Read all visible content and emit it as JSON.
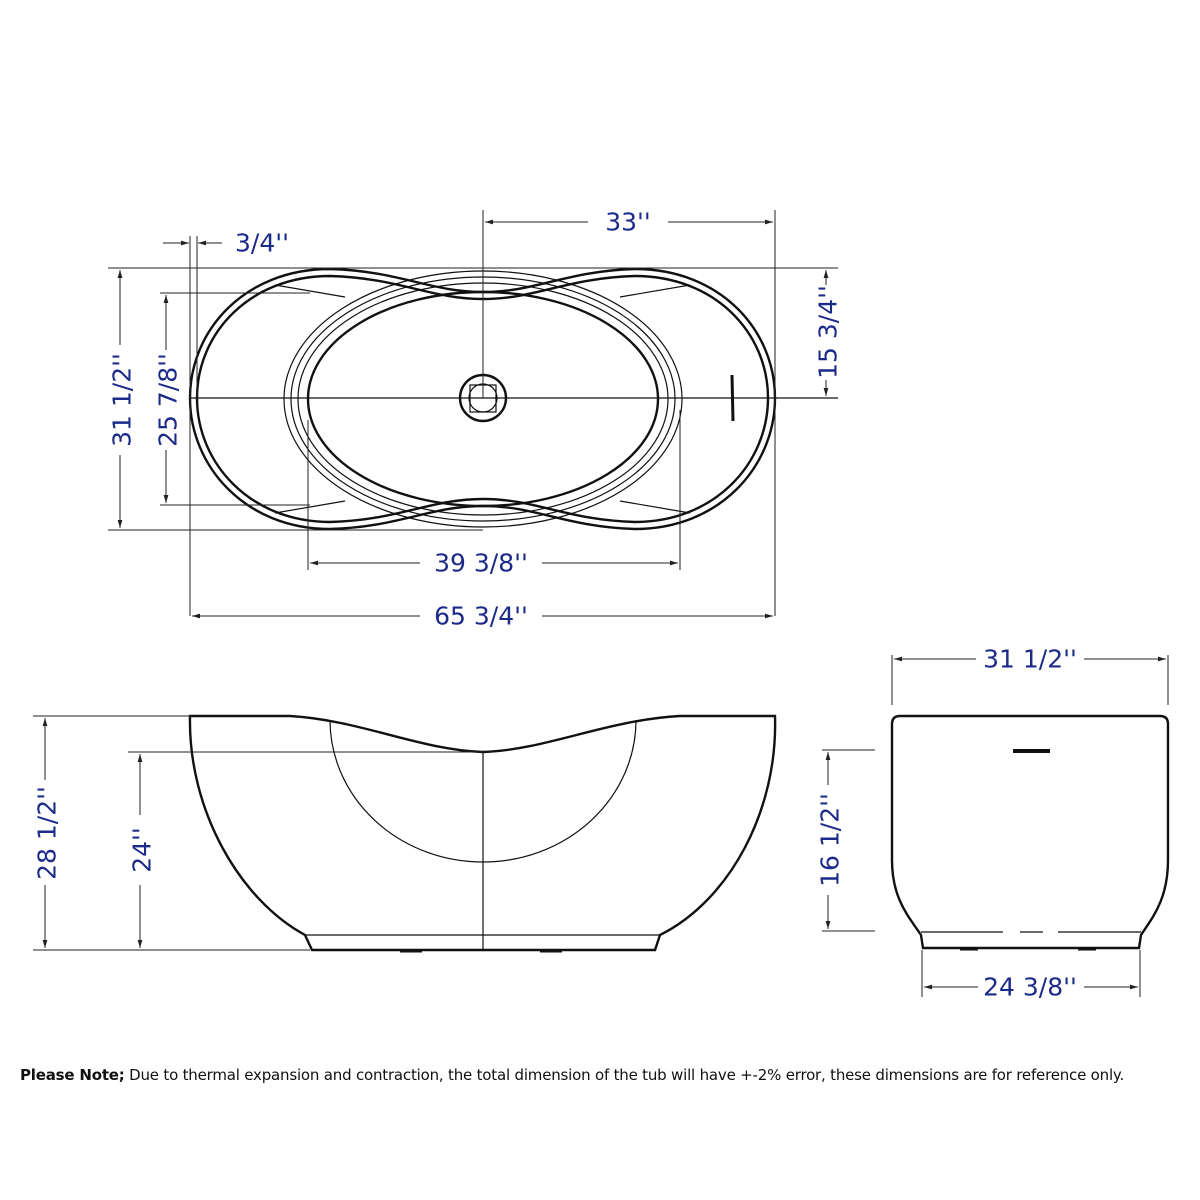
{
  "dimensions": {
    "top_view": {
      "length_overall": "65 3/4''",
      "interior_length": "39 3/8''",
      "drain_to_end": "33''",
      "rim_thickness": "3/4''",
      "width_overall": "31 1/2''",
      "interior_width": "25 7/8''",
      "half_width": "15 3/4''"
    },
    "side_view": {
      "height_overall": "28 1/2''",
      "interior_depth": "24''"
    },
    "end_view": {
      "width": "31 1/2''",
      "overflow_height": "16 1/2''",
      "base_width": "24 3/8''"
    }
  },
  "colors": {
    "dimension_text": "#1c2a8a",
    "line": "#111111"
  },
  "note": {
    "label": "Please Note;",
    "text": " Due to thermal expansion and contraction, the total dimension of the tub will have +-2% error, these dimensions are for reference only."
  }
}
